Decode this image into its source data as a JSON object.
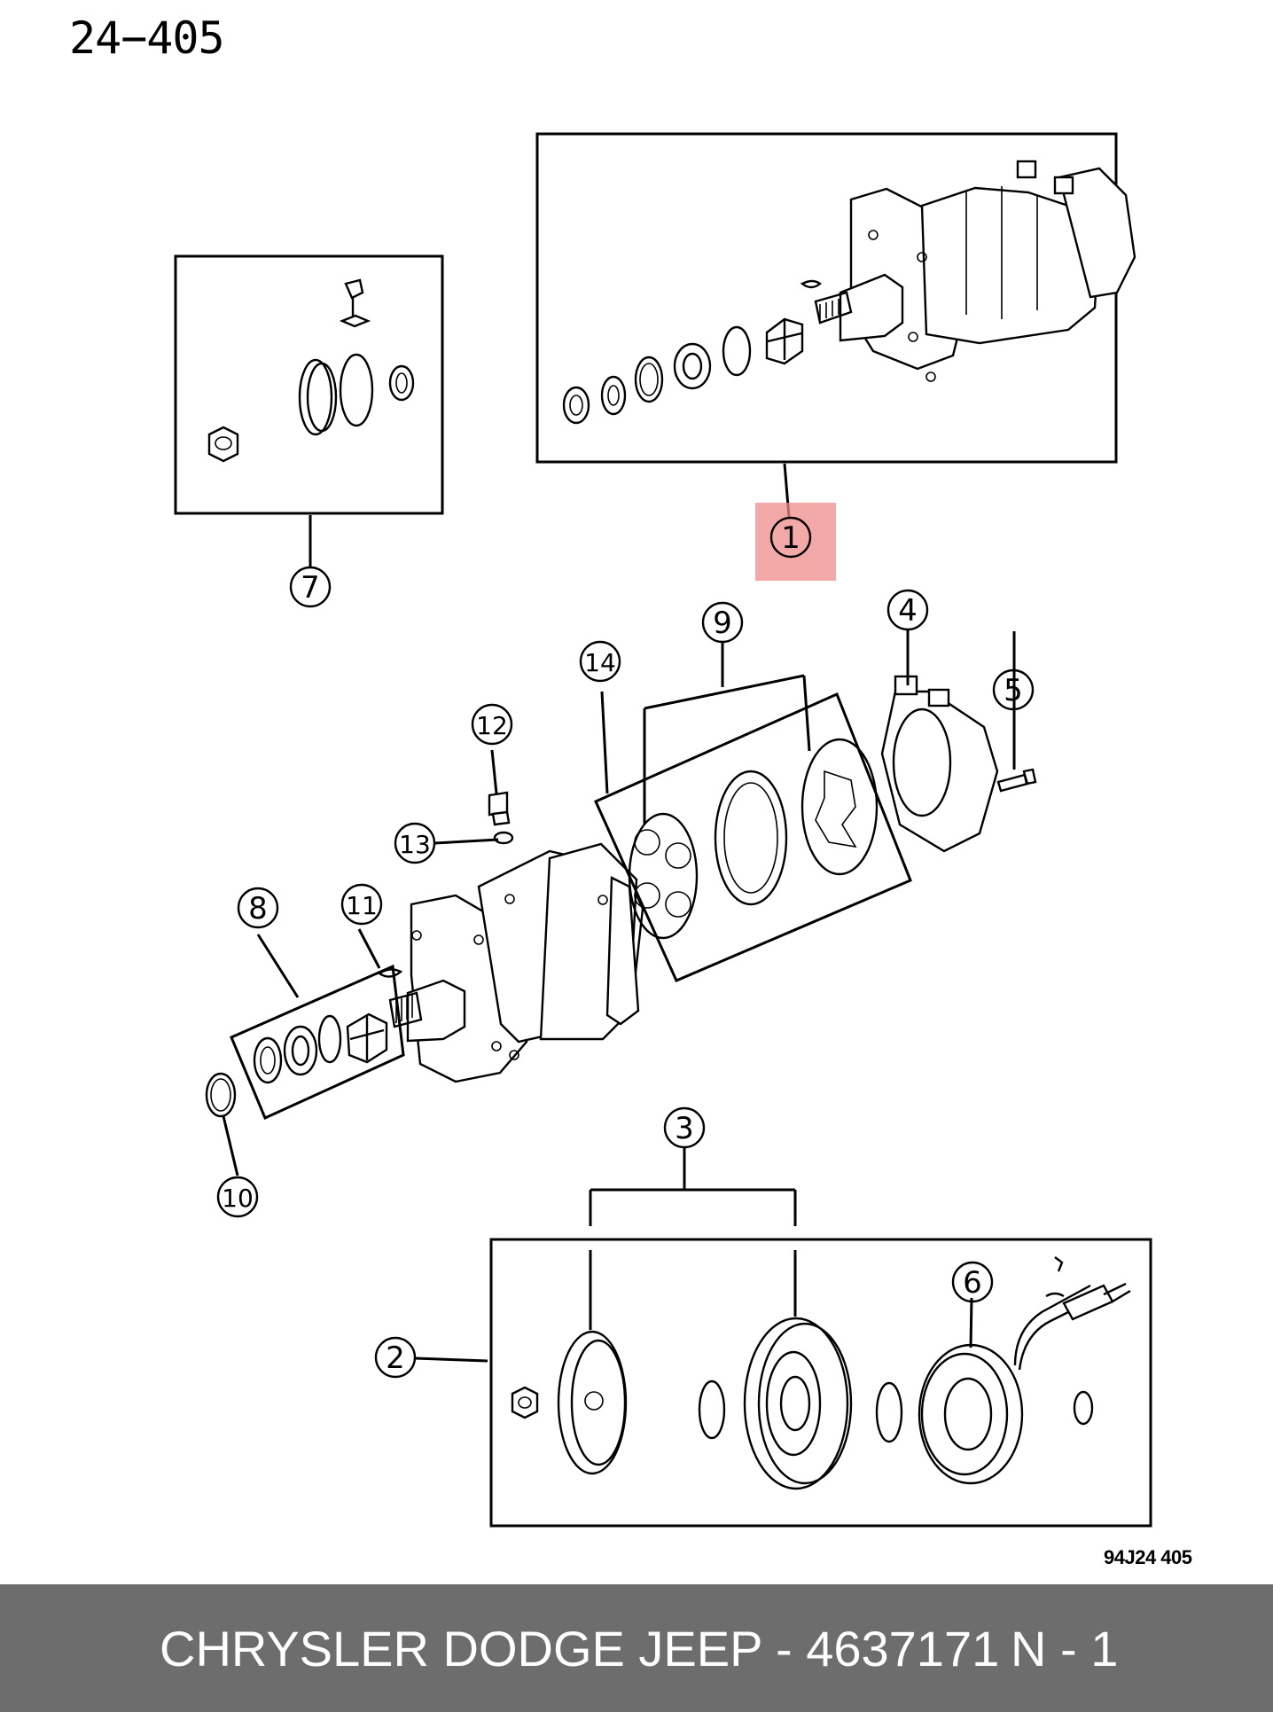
{
  "header": {
    "page_code": "24−405"
  },
  "callouts": [
    {
      "id": "1",
      "highlighted": true
    },
    {
      "id": "2"
    },
    {
      "id": "3"
    },
    {
      "id": "4"
    },
    {
      "id": "5"
    },
    {
      "id": "6"
    },
    {
      "id": "7"
    },
    {
      "id": "8"
    },
    {
      "id": "9"
    },
    {
      "id": "10"
    },
    {
      "id": "11"
    },
    {
      "id": "12"
    },
    {
      "id": "13"
    },
    {
      "id": "14"
    }
  ],
  "drawing_code": "94J24  405",
  "footer": {
    "part_text": "CHRYSLER DODGE JEEP - 4637171",
    "page_text": "N - 1"
  },
  "colors": {
    "highlight": "#f08c8c",
    "footer_bg": "#6d6d6d",
    "footer_text": "#ffffff"
  }
}
